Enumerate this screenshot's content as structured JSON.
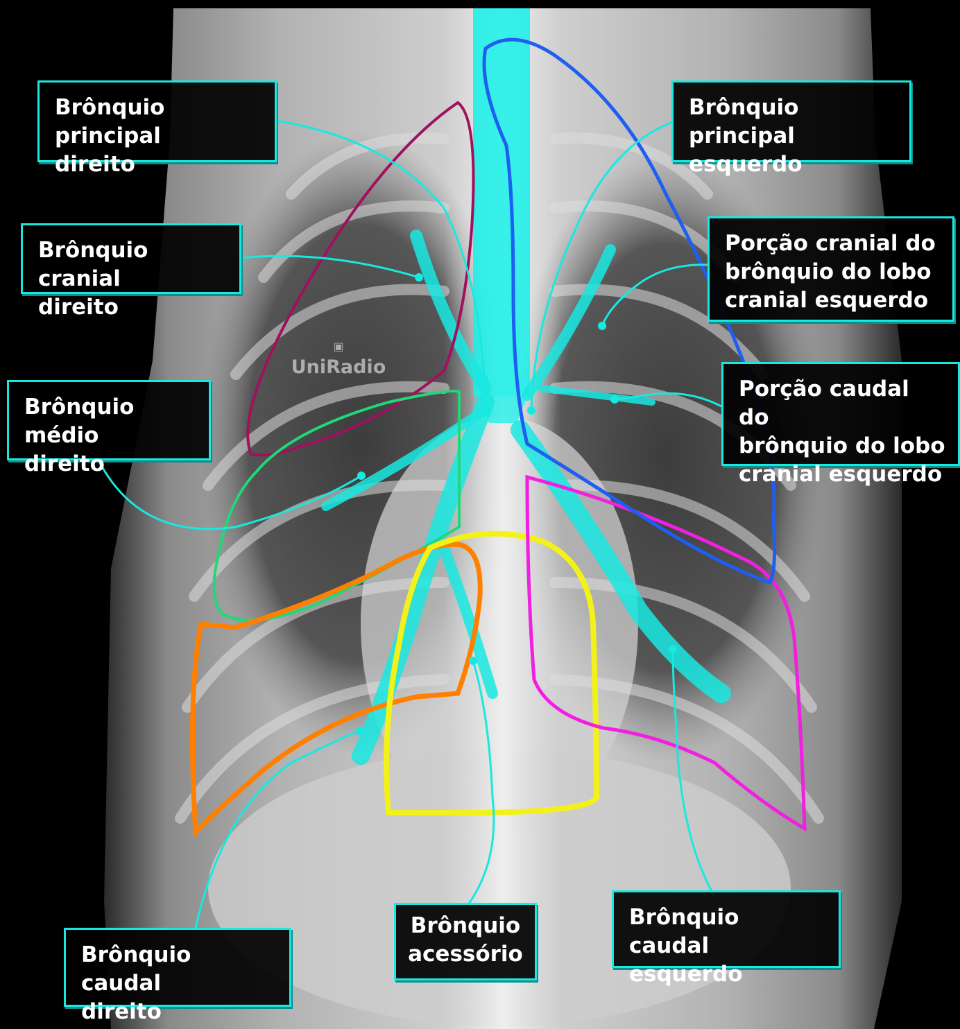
{
  "watermark": {
    "brand": "UniRadio",
    "icon": "tv-icon"
  },
  "colors": {
    "bronchi": "#19e8e0",
    "trachea_fill": "#16f0e8",
    "right_cranial_lobe": "#a0105c",
    "right_middle_lobe": "#20d878",
    "right_caudal_lobe": "#ff8000",
    "accessory_lobe": "#f2f21a",
    "left_caudal_lobe": "#f020e0",
    "left_cranial_lobe": "#1e5ef0"
  },
  "labels": {
    "right_main": "Brônquio principal\ndireito",
    "left_main": "Brônquio principal\nesquerdo",
    "right_cranial": "Brônquio cranial\ndireito",
    "left_cranial_cranial": "Porção cranial do\nbrônquio do lobo\ncranial esquerdo",
    "right_middle": "Brônquio médio\ndireito",
    "left_cranial_caudal": "Porção caudal do\nbrônquio do lobo\ncranial esquerdo",
    "right_caudal": "Brônquio caudal\ndireito",
    "accessory": "Brônquio\nacessório",
    "left_caudal": "Brônquio caudal\nesquerdo"
  }
}
